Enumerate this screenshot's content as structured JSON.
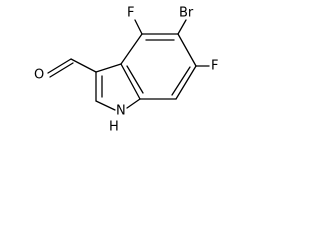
{
  "molecule": {
    "atoms": {
      "oxygen": "O",
      "bromine": "Br",
      "fluorine_top": "F",
      "fluorine_right": "F",
      "nitrogen": "N",
      "hydrogen": "H"
    }
  }
}
